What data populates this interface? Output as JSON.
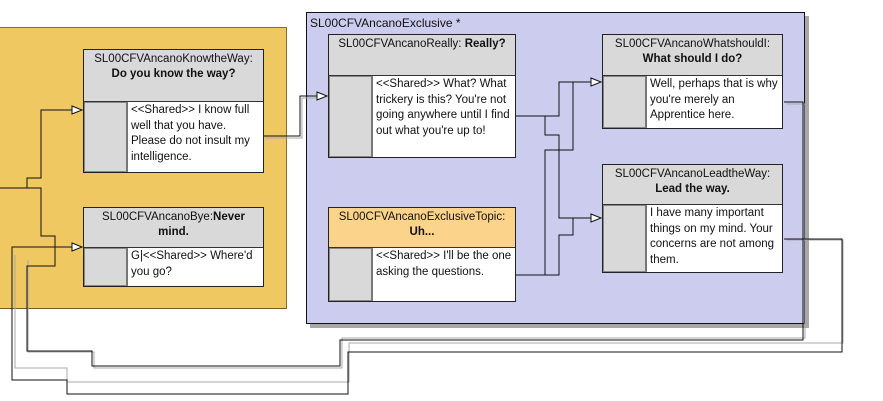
{
  "colors": {
    "left_group_bg": "#efc862",
    "exclusive_group_bg": "#cccdee",
    "node_header_bg": "#d9d9d9",
    "topic_header_bg": "#fcd38a",
    "response_bg": "#ffffff"
  },
  "groups": [
    {
      "id": "left",
      "title": ""
    },
    {
      "id": "exclusive",
      "title": "SL00CFVAncanoExclusive *"
    }
  ],
  "nodes": {
    "knowtheway": {
      "id": "SL00CFVAncanoKnowtheWay:",
      "prompt": "Do you know the way?",
      "response": "<<Shared>> I know full well that you have. Please do not insult my intelligence."
    },
    "bye": {
      "id": "SL00CFVAncanoBye:",
      "prompt": "Never mind.",
      "response": "G|<<Shared>> Where'd you go?"
    },
    "really": {
      "id": "SL00CFVAncanoReally:",
      "prompt": "Really?",
      "response": "<<Shared>> What? What trickery is this? You're not going anywhere until I find out what you're up to!"
    },
    "topic": {
      "id": "SL00CFVAncanoExclusiveTopic:",
      "prompt": "Uh...",
      "response": "<<Shared>> I'll be the one asking the questions."
    },
    "whatshouldi": {
      "id": "SL00CFVAncanoWhatshouldI:",
      "prompt": "What should I do?",
      "response": "Well, perhaps that is why you're merely an Apprentice here."
    },
    "leadtheway": {
      "id": "SL00CFVAncanoLeadtheWay:",
      "prompt": "Lead the way.",
      "response": "I have many important things on my mind. Your concerns are not among them."
    }
  }
}
